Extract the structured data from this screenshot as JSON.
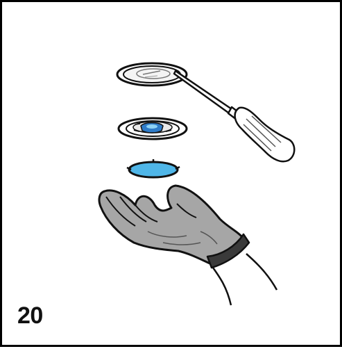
{
  "step": {
    "number": "20"
  },
  "illustration": {
    "items": [
      "lens-cover",
      "screwdriver",
      "light-fixture",
      "blue-lens",
      "gloved-hand"
    ],
    "colors": {
      "outline": "#111111",
      "lens_blue": "#4fb6e8",
      "glove_gray": "#a6a6a6",
      "glove_cuff": "#3a3a3a"
    }
  }
}
